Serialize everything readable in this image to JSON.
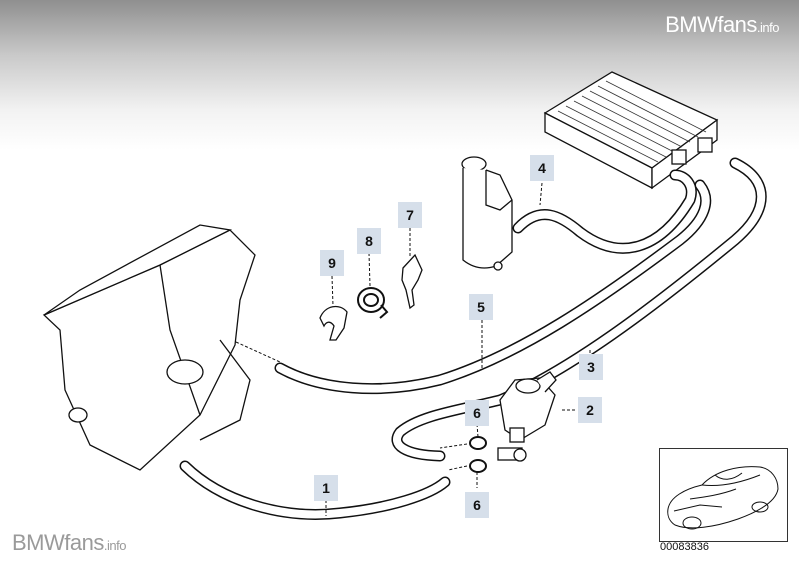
{
  "watermark": {
    "brand": "BMWfans",
    "suffix": ".info"
  },
  "callouts": {
    "c1": "1",
    "c2": "2",
    "c3": "3",
    "c4": "4",
    "c5": "5",
    "c6a": "6",
    "c6b": "6",
    "c7": "7",
    "c8": "8",
    "c9": "9"
  },
  "diagram_number": "00083836",
  "colors": {
    "callout_bg": "#d6dfea",
    "line": "#111111"
  }
}
